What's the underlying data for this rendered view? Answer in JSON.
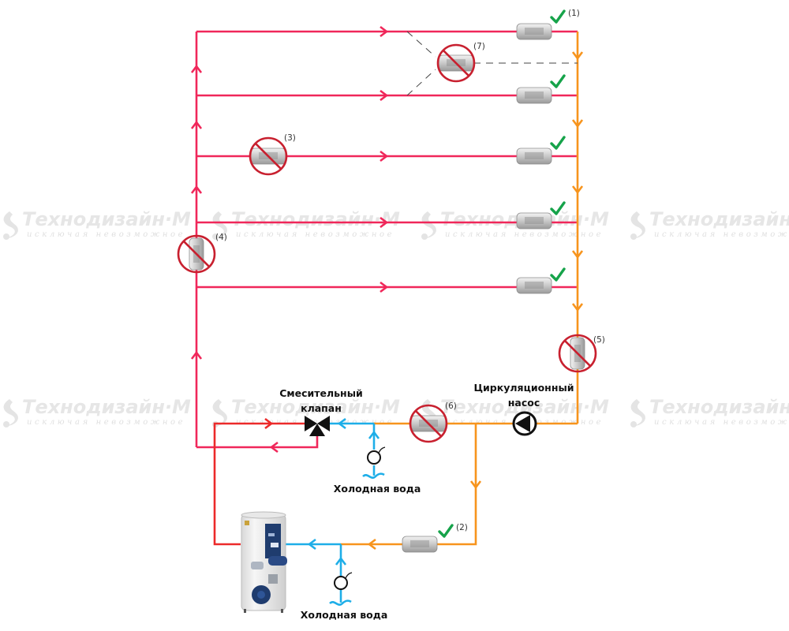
{
  "diagram": {
    "title": "Схема системы рециркуляции ГВС с фильтрами",
    "colors": {
      "hot_supply": "#f0275a",
      "hot_boiler": "#ec2a2a",
      "return": "#f7941d",
      "cold": "#1eaee8",
      "check_mark": "#16a34a",
      "prohibited": "#c8202f",
      "device_body": "#d4d4d4"
    },
    "watermark": {
      "brand": "Технодизайн·М",
      "slogan": "исключая невозможное"
    },
    "labels": {
      "mixing_valve_line1": "Смесительный",
      "mixing_valve_line2": "клапан",
      "pump_line1": "Циркуляционный",
      "pump_line2": "насос",
      "cold_water_1": "Холодная вода",
      "cold_water_2": "Холодная вода"
    },
    "devices": [
      {
        "id": "1",
        "label": "(1)",
        "status": "allowed",
        "location": "top branch outlet"
      },
      {
        "id": "7",
        "label": "(7)",
        "status": "prohibited",
        "location": "between top branches"
      },
      {
        "id": "3",
        "label": "(3)",
        "status": "prohibited",
        "location": "third branch inlet"
      },
      {
        "id": "4",
        "label": "(4)",
        "status": "prohibited",
        "location": "main supply riser"
      },
      {
        "id": "5",
        "label": "(5)",
        "status": "prohibited",
        "location": "return riser"
      },
      {
        "id": "6",
        "label": "(6)",
        "status": "prohibited",
        "location": "return to mixing valve"
      },
      {
        "id": "2",
        "label": "(2)",
        "status": "allowed",
        "location": "return to heater"
      },
      {
        "id": "b2",
        "label": "",
        "status": "allowed",
        "location": "branch 2 outlet"
      },
      {
        "id": "b3",
        "label": "",
        "status": "allowed",
        "location": "branch 3 outlet"
      },
      {
        "id": "b4",
        "label": "",
        "status": "allowed",
        "location": "branch 4 outlet"
      },
      {
        "id": "b5",
        "label": "",
        "status": "allowed",
        "location": "branch 5 outlet"
      }
    ]
  }
}
